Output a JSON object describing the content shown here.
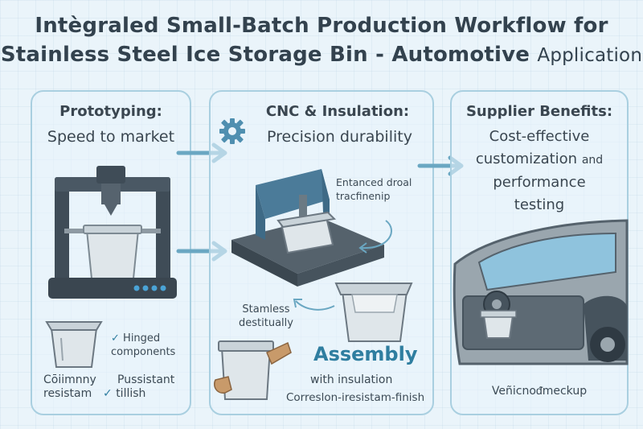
{
  "title": {
    "line1": "Intègraled Small-Batch Production Workflow for",
    "line2_main": "Stainless Steel Ice Storage Bin - Automotive",
    "line2_tail": "Application"
  },
  "panel1": {
    "heading": "Prototyping:",
    "sub": "Speed to market",
    "notes": {
      "hinged": "Hinged",
      "components": "components",
      "corrosion_a": "Cōiimnny",
      "corrosion_b": "resistam",
      "finish_a": "Pussistant",
      "finish_b": "tillish",
      "check": "✓",
      "check2": "✓"
    }
  },
  "panel2": {
    "heading": "CNC & Insulation:",
    "sub": "Precision durability",
    "notes": {
      "enhanced_a": "Entanced droal",
      "enhanced_b": "tracfinenip",
      "stainless_a": "Stamless",
      "stainless_b": "destitually",
      "assembly": "Assembly",
      "insulation": "with insulation",
      "finish": "Correslon-iresistam-finish"
    }
  },
  "panel3": {
    "heading": "Supplier Benefits:",
    "sub_lines": [
      "Cost-effective",
      "customization",
      "performance",
      "testing"
    ],
    "sub_and": "and",
    "footer": "Veñicnoᵭmeckup"
  },
  "colors": {
    "accent": "#2f7ea0",
    "panel_border": "#a9cfe0",
    "arrow": "#6aa7c2",
    "machine_blue": "#4b7b99",
    "dark_frame": "#3f4c57"
  }
}
